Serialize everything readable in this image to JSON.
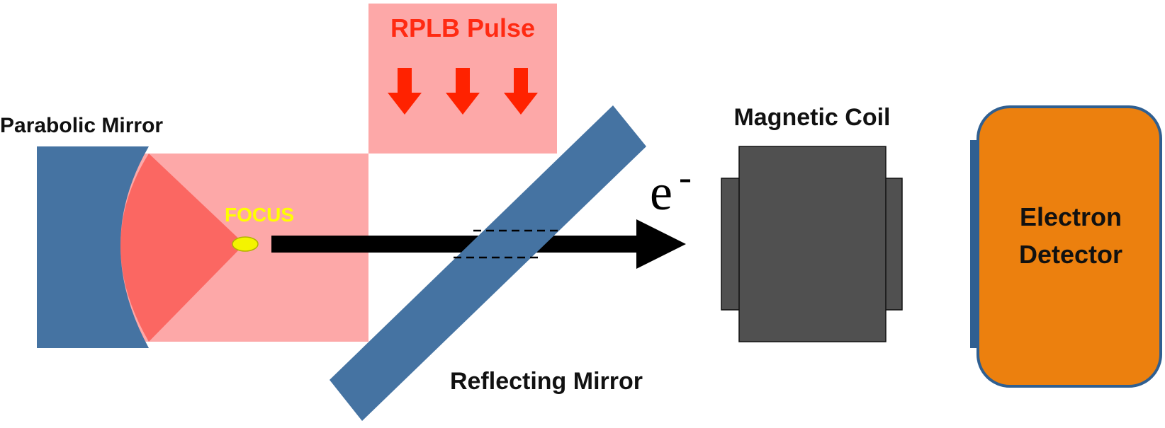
{
  "labels": {
    "rplb_pulse": "RPLB Pulse",
    "parabolic_mirror": "Parabolic Mirror",
    "focus": "FOCUS",
    "electron_symbol": "e",
    "electron_charge": "-",
    "magnetic_coil": "Magnetic Coil",
    "reflecting_mirror": "Reflecting Mirror",
    "detector_line1": "Electron",
    "detector_line2": "Detector"
  },
  "colors": {
    "beam": "#fda8a8",
    "beam_cone": "#fb6762",
    "mirror_blue": "#4573a2",
    "pulse_arrow": "#ff2200",
    "pulse_label": "#ff2a12",
    "focus_label": "#ffff00",
    "focus_spot": "#f4f400",
    "coil": "#505050",
    "detector_fill": "#ec800e",
    "detector_border": "#2f5f91",
    "electron_arrow": "#000000"
  },
  "icons": {
    "pulse_arrows": [
      "down-arrow-icon",
      "down-arrow-icon",
      "down-arrow-icon"
    ],
    "electron_path": "right-arrow-icon"
  }
}
